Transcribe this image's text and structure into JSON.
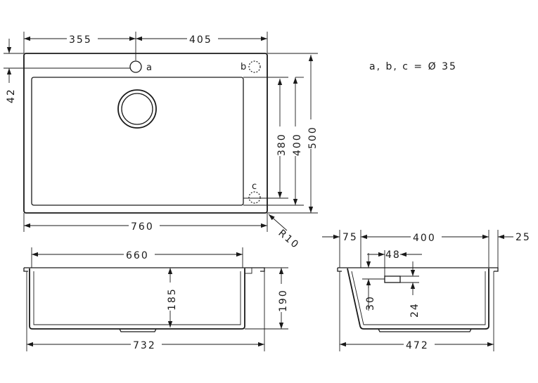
{
  "note": "a, b, c = Ø 35",
  "top_view": {
    "dim_355": "355",
    "dim_405": "405",
    "dim_42": "42",
    "dim_760": "760",
    "dim_380": "380",
    "dim_400": "400",
    "dim_500": "500",
    "radius": "R10",
    "hole_a": "a",
    "hole_b": "b",
    "hole_c": "c"
  },
  "front_view": {
    "dim_660": "660",
    "dim_185": "185",
    "dim_190": "190",
    "dim_732": "732"
  },
  "side_view": {
    "dim_75": "75",
    "dim_400": "400",
    "dim_25": "25",
    "dim_48": "48",
    "dim_30": "30",
    "dim_24": "24",
    "dim_472": "472"
  }
}
